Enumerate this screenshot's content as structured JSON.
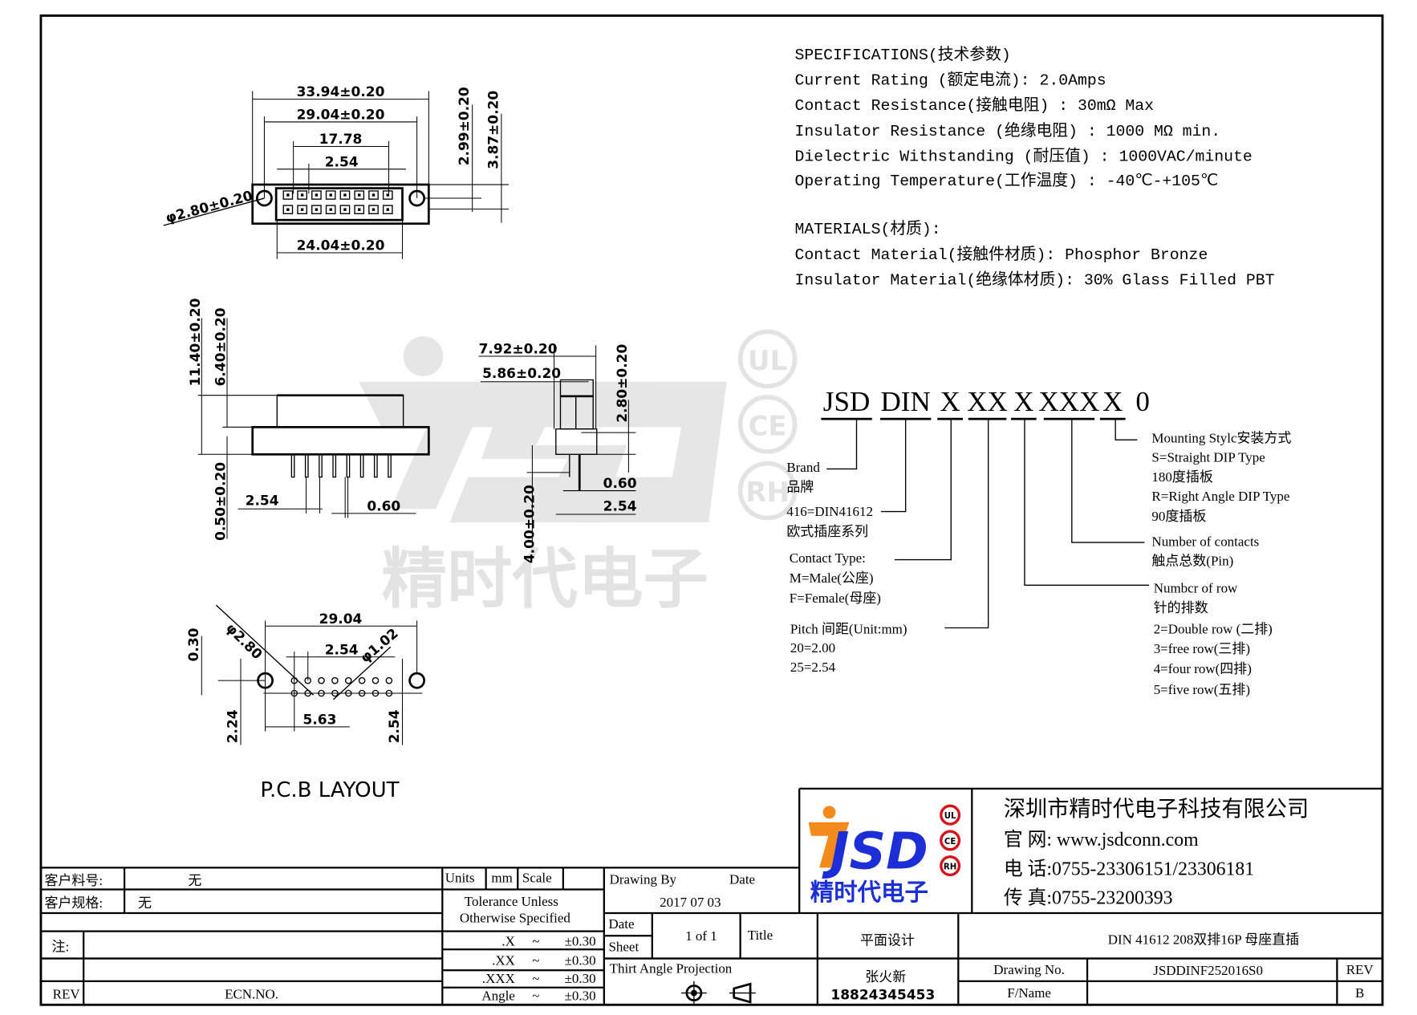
{
  "specifications": {
    "title": "SPECIFICATIONS(技术参数)",
    "lines": [
      "Current Rating (额定电流):   2.0Amps",
      "Contact Resistance(接触电阻) : 30mΩ  Max",
      "Insulator Resistance (绝缘电阻) : 1000 MΩ  min.",
      "Dielectric Withstanding (耐压值) : 1000VAC/minute",
      "Operating Temperature(工作温度) : -40℃-+105℃"
    ]
  },
  "materials": {
    "title": "MATERIALS(材质):",
    "lines": [
      "Contact Material(接触件材质):    Phosphor Bronze",
      "Insulator Material(绝缘体材质): 30% Glass Filled PBT"
    ]
  },
  "top_view": {
    "dims": [
      "33.94±0.20",
      "29.04±0.20",
      "17.78",
      "2.54",
      "24.04±0.20",
      "φ2.80±0.20",
      "2.99±0.20",
      "3.87±0.20"
    ]
  },
  "side_view": {
    "dims": [
      "11.40±0.20",
      "6.40±0.20",
      "0.50±0.20",
      "2.54",
      "0.60"
    ]
  },
  "end_view": {
    "dims": [
      "7.92±0.20",
      "5.86±0.20",
      "2.80±0.20",
      "0.60",
      "2.54",
      "4.00±0.20"
    ]
  },
  "pcb_layout": {
    "title": "P.C.B LAYOUT",
    "dims": [
      "29.04",
      "2.54",
      "φ2.80",
      "φ1.02",
      "0.30",
      "2.24",
      "5.63",
      "2.54"
    ]
  },
  "watermark": {
    "logo": "JSD",
    "text": "精时代电子",
    "certs": [
      "UL",
      "CE",
      "RH"
    ]
  },
  "part_code": {
    "segments": [
      "JSD",
      "DIN",
      "X",
      "XX",
      "X",
      "XXX",
      "X",
      "0"
    ],
    "brand": [
      "Brand",
      "品牌"
    ],
    "series": [
      "416=DIN41612",
      "欧式插座系列"
    ],
    "contact_type": [
      "Contact Type:",
      "M=Male(公座)",
      "F=Female(母座)"
    ],
    "pitch": [
      "Pitch 间距(Unit:mm)",
      "20=2.00",
      "25=2.54"
    ],
    "mounting": [
      "Mounting Stylc安装方式",
      "S=Straight DIP Type",
      "180度插板",
      "R=Right Angle DIP Type",
      "90度插板"
    ],
    "contacts": [
      "Number of contacts",
      "触点总数(Pin)"
    ],
    "rows": [
      "Numbcr of row",
      "针的排数",
      "2=Double row (二排)",
      "3=free row(三排)",
      "4=four row(四排)",
      "5=five row(五排)"
    ]
  },
  "title_block": {
    "customer_part_label": "客户料号:",
    "customer_part_value": "无",
    "customer_spec_label": "客户规格:",
    "customer_spec_value": "无",
    "note_label": "注:",
    "rev_label": "REV",
    "ecn_label": "ECN.NO.",
    "units_label": "Units",
    "units_value": "mm",
    "scale_label": "Scale",
    "tolerance_line1": "Tolerance Unless",
    "tolerance_line2": "Otherwise Specified",
    "tolerances": [
      {
        "key": ".X",
        "sep": "~",
        "value": "±0.30"
      },
      {
        "key": ".XX",
        "sep": "~",
        "value": "±0.30"
      },
      {
        "key": ".XXX",
        "sep": "~",
        "value": "±0.30"
      },
      {
        "key": "Angle",
        "sep": "~",
        "value": "±0.30"
      }
    ],
    "drawing_by_label": "Drawing By",
    "date_label": "Date",
    "date_value": "2017  07  03",
    "date_label2": "Date",
    "sheet_label": "Sheet",
    "sheet_value": "1 of 1",
    "title_label": "Title",
    "projection_label": "Thirt Angle Projection",
    "design_type": "平面设计",
    "designer": "张火新",
    "designer_phone": "18824345453",
    "title_value": "DIN  41612 208双排16P 母座直插",
    "drawing_no_label": "Drawing No.",
    "drawing_no_value": "JSDDINF252016S0",
    "rev_col_label": "REV",
    "fname_label": "F/Name",
    "rev_value": "B"
  },
  "company": {
    "logo_text": "JSD",
    "logo_cn": "精时代电子",
    "certs": [
      "UL",
      "CE",
      "RH"
    ],
    "name": "深圳市精时代电子科技有限公司",
    "website": "官   网: www.jsdconn.com",
    "phone": "电   话:0755-23306151/23306181",
    "fax": "传   真:0755-23200393"
  },
  "colors": {
    "logo_blue": "#1c2fd6",
    "logo_orange": "#f28a1c",
    "cert_red": "#d8121b"
  }
}
